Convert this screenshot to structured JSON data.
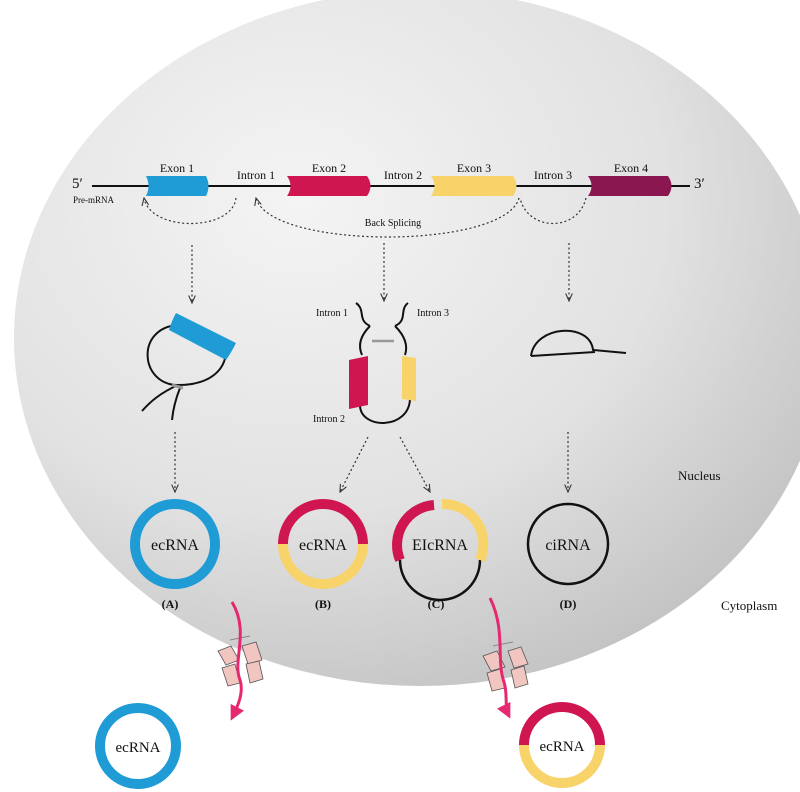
{
  "colors": {
    "blue": "#1f9bd6",
    "red": "#cf1650",
    "yellow": "#f8d36a",
    "purple": "#8a1750",
    "pink": "#e5286f",
    "channel": "#f2c6c0",
    "nucleus_light": "#ececec",
    "nucleus_dark": "#c9c9c9"
  },
  "gene": {
    "five_prime": "5′",
    "three_prime": "3′",
    "pre_mrna": "Pre-mRNA",
    "exons": [
      "Exon 1",
      "Exon 2",
      "Exon 3",
      "Exon 4"
    ],
    "introns": [
      "Intron 1",
      "Intron 2",
      "Intron 3"
    ],
    "back_splicing": "Back Splicing"
  },
  "middle_structure": {
    "intron1": "Intron 1",
    "intron3": "Intron 3",
    "intron2": "Intron 2"
  },
  "circles": [
    {
      "label": "ecRNA",
      "caption": "(A)"
    },
    {
      "label": "ecRNA",
      "caption": "(B)"
    },
    {
      "label": "EIcRNA",
      "caption": "(C)"
    },
    {
      "label": "ciRNA",
      "caption": "(D)"
    }
  ],
  "regions": {
    "nucleus": "Nucleus",
    "cytoplasm": "Cytoplasm"
  },
  "exported": [
    {
      "label": "ecRNA"
    },
    {
      "label": "ecRNA"
    }
  ]
}
